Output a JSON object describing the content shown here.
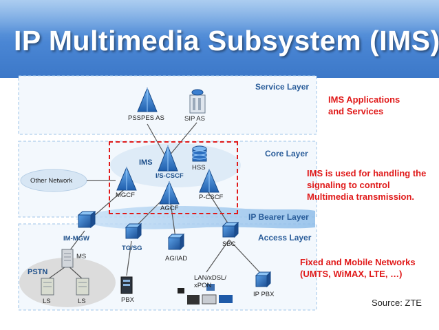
{
  "title": "IP Multimedia Subsystem (IMS)",
  "layers": {
    "service": "Service Layer",
    "core": "Core Layer",
    "bearer": "IP Bearer Layer",
    "access": "Access Layer"
  },
  "nodes": {
    "psspes_as": "PSSPES AS",
    "sip_as": "SIP AS",
    "ims_cloud": "IMS",
    "i_s_cscf": "I/S-CSCF",
    "hss": "HSS",
    "other_network": "Other Network",
    "mgcf": "MGCF",
    "p_cscf": "P-CSCF",
    "agcf": "AGCF",
    "im_mgw": "IM-MGW",
    "tg_sg": "TG/SG",
    "ag_iad": "AG/IAD",
    "sbc": "SBC",
    "ms": "MS",
    "pstn": "PSTN",
    "ls_1": "LS",
    "ls_2": "LS",
    "pbx": "PBX",
    "lan_xdsl_xpon": "LAN/xDSL/ xPON",
    "ip_pbx": "IP PBX"
  },
  "annotations": {
    "ims_applications": "IMS Applications and Services",
    "ims_signaling": "IMS is used for handling the signaling  to control Multimedia transmission.",
    "fixed_mobile": "Fixed and Mobile Networks (UMTS, WiMAX, LTE, …)",
    "source": "Source: ZTE"
  },
  "colors": {
    "title_bar": "#4a86d4",
    "annotation_red": "#e01a1a",
    "layer_label_blue": "#2a5d9a",
    "node_blue": "#2b78c6"
  }
}
